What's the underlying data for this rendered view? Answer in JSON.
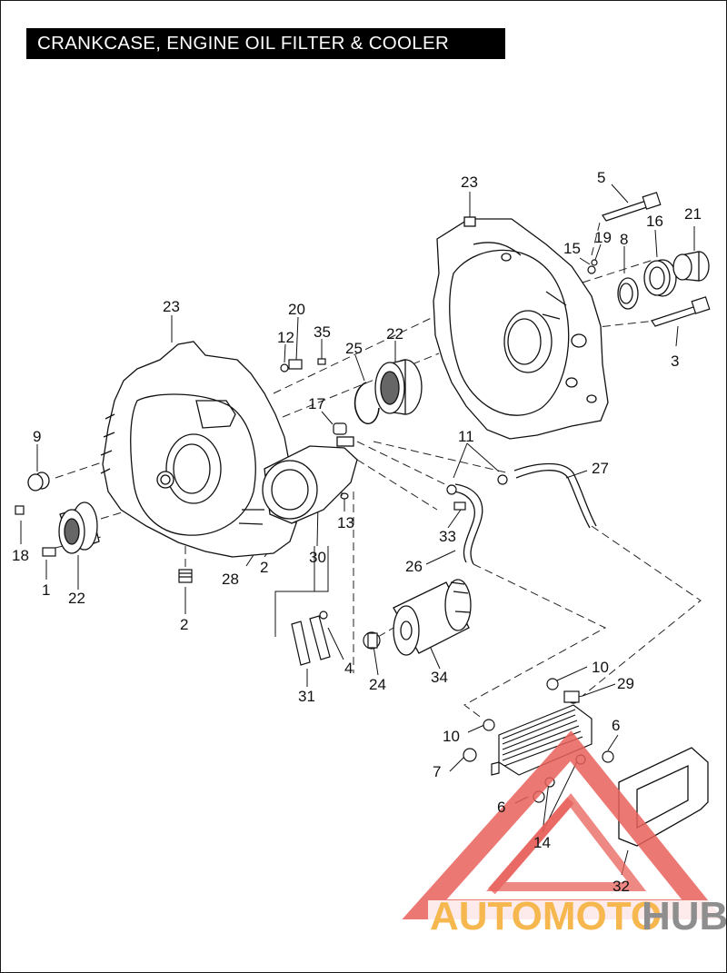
{
  "title": "CRANKCASE, ENGINE OIL FILTER & COOLER",
  "colors": {
    "ink": "#111111",
    "watermark_red": "#e8605a",
    "watermark_orange": "#f5b74e",
    "watermark_gray": "#8e8e8e"
  },
  "callouts": [
    {
      "id": "c-5",
      "label": "5"
    },
    {
      "id": "c-23-right",
      "label": "23"
    },
    {
      "id": "c-16",
      "label": "16"
    },
    {
      "id": "c-21",
      "label": "21"
    },
    {
      "id": "c-15",
      "label": "15"
    },
    {
      "id": "c-19",
      "label": "19"
    },
    {
      "id": "c-8",
      "label": "8"
    },
    {
      "id": "c-3",
      "label": "3"
    },
    {
      "id": "c-23-left",
      "label": "23"
    },
    {
      "id": "c-20",
      "label": "20"
    },
    {
      "id": "c-12",
      "label": "12"
    },
    {
      "id": "c-35",
      "label": "35"
    },
    {
      "id": "c-25",
      "label": "25"
    },
    {
      "id": "c-22-top",
      "label": "22"
    },
    {
      "id": "c-17",
      "label": "17"
    },
    {
      "id": "c-9",
      "label": "9"
    },
    {
      "id": "c-11",
      "label": "11"
    },
    {
      "id": "c-27",
      "label": "27"
    },
    {
      "id": "c-13",
      "label": "13"
    },
    {
      "id": "c-33",
      "label": "33"
    },
    {
      "id": "c-18",
      "label": "18"
    },
    {
      "id": "c-1",
      "label": "1"
    },
    {
      "id": "c-22-bottom",
      "label": "22"
    },
    {
      "id": "c-30",
      "label": "30"
    },
    {
      "id": "c-28",
      "label": "28"
    },
    {
      "id": "c-2-mid",
      "label": "2"
    },
    {
      "id": "c-26",
      "label": "26"
    },
    {
      "id": "c-2-bottom",
      "label": "2"
    },
    {
      "id": "c-4",
      "label": "4"
    },
    {
      "id": "c-24",
      "label": "24"
    },
    {
      "id": "c-34",
      "label": "34"
    },
    {
      "id": "c-31",
      "label": "31"
    },
    {
      "id": "c-10-top",
      "label": "10"
    },
    {
      "id": "c-29",
      "label": "29"
    },
    {
      "id": "c-10-left",
      "label": "10"
    },
    {
      "id": "c-6-right",
      "label": "6"
    },
    {
      "id": "c-7",
      "label": "7"
    },
    {
      "id": "c-6-left",
      "label": "6"
    },
    {
      "id": "c-14",
      "label": "14"
    },
    {
      "id": "c-32",
      "label": "32"
    }
  ],
  "watermark": {
    "part_a": "AUTOMOTO",
    "part_b": "HUB"
  }
}
